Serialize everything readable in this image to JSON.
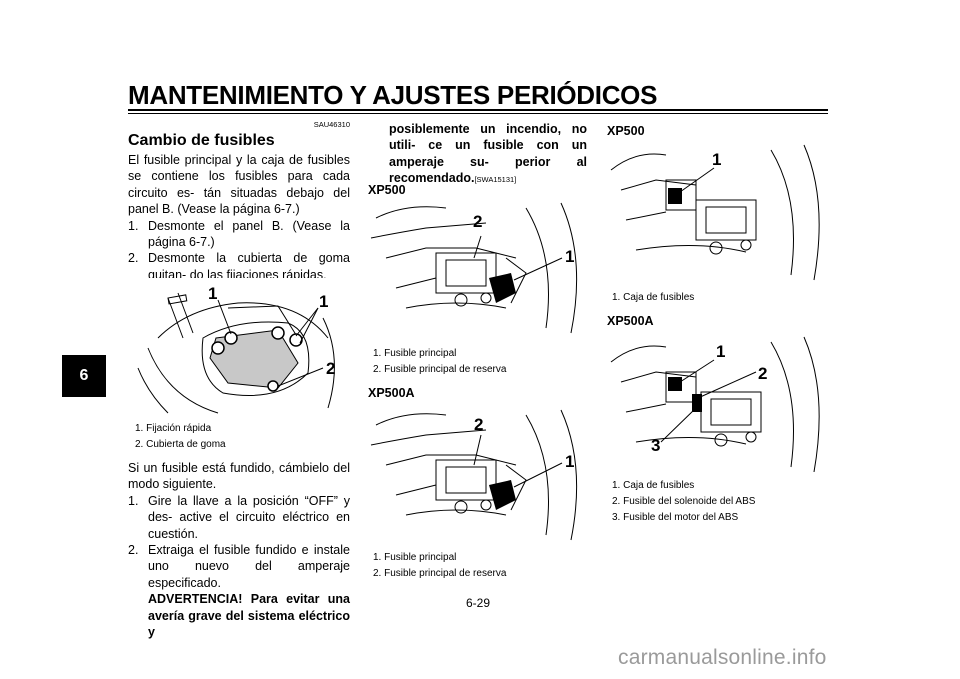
{
  "header": {
    "title": "MANTENIMIENTO Y AJUSTES PERIÓDICOS"
  },
  "chapter_tab": "6",
  "left": {
    "code": "SAU46310",
    "heading": "Cambio de fusibles",
    "intro": "El fusible principal y la caja de fusibles se contiene los fusibles para cada circuito es- tán situadas debajo del panel B. (Vease la página 6-7.)",
    "steps1": [
      {
        "num": "1.",
        "text": "Desmonte el panel B. (Vease la página 6-7.)"
      },
      {
        "num": "2.",
        "text": "Desmonte la cubierta de goma quitan- do las fijaciones rápidas."
      }
    ],
    "figure": {
      "callouts": [
        "1",
        "1",
        "2"
      ],
      "captions": [
        "1. Fijación rápida",
        "2. Cubierta de goma"
      ]
    },
    "para2": "Si un fusible está fundido, cámbielo del modo siguiente.",
    "steps2": [
      {
        "num": "1.",
        "text": "Gire la llave a la posición “OFF” y des- active el circuito eléctrico en cuestión."
      },
      {
        "num": "2.",
        "text": "Extraiga el fusible fundido e instale uno nuevo del amperaje especificado."
      }
    ],
    "warning_start": "ADVERTENCIA! Para evitar una avería grave del sistema eléctrico y"
  },
  "middle": {
    "warning_cont": "posiblemente un incendio, no utili- ce un fusible con un amperaje su- perior al recomendado.",
    "warning_code": "[SWA15131]",
    "fig1": {
      "model": "XP500",
      "callouts": [
        "2",
        "1"
      ],
      "captions": [
        "1. Fusible principal",
        "2. Fusible principal de reserva"
      ]
    },
    "fig2": {
      "model": "XP500A",
      "callouts": [
        "2",
        "1"
      ],
      "captions": [
        "1. Fusible principal",
        "2. Fusible principal de reserva"
      ]
    }
  },
  "right": {
    "fig1": {
      "model": "XP500",
      "callouts": [
        "1"
      ],
      "captions": [
        "1. Caja de fusibles"
      ]
    },
    "fig2": {
      "model": "XP500A",
      "callouts": [
        "1",
        "2",
        "3"
      ],
      "captions": [
        "1. Caja de fusibles",
        "2. Fusible del solenoide del ABS",
        "3. Fusible del motor del ABS"
      ]
    }
  },
  "page_number": "6-29",
  "watermark": "carmanualsonline.info"
}
